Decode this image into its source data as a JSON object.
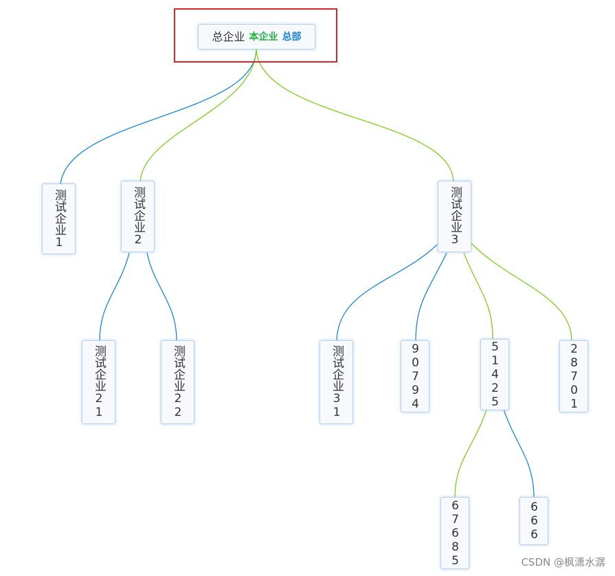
{
  "root": {
    "label": "总企业",
    "tag_self": "本企业",
    "tag_hq": "总部"
  },
  "nodes": [
    {
      "id": "n1",
      "label": "测试企业1"
    },
    {
      "id": "n2",
      "label": "测试企业2"
    },
    {
      "id": "n3",
      "label": "测试企业3"
    },
    {
      "id": "n21",
      "label": "测试企业21"
    },
    {
      "id": "n22",
      "label": "测试企业22"
    },
    {
      "id": "n31",
      "label": "测试企业31"
    },
    {
      "id": "n90794",
      "label": "90794"
    },
    {
      "id": "n51425",
      "label": "51425"
    },
    {
      "id": "n28701",
      "label": "28701"
    },
    {
      "id": "n67685",
      "label": "67685"
    },
    {
      "id": "n666",
      "label": "666"
    }
  ],
  "colors": {
    "blue_edge": "#1a84d8",
    "green_edge": "#7ccf1e",
    "tag_self": "#1fb23e",
    "tag_hq": "#1a84d8",
    "frame": "#d9262c"
  },
  "watermark": "CSDN @枫潇水潺"
}
